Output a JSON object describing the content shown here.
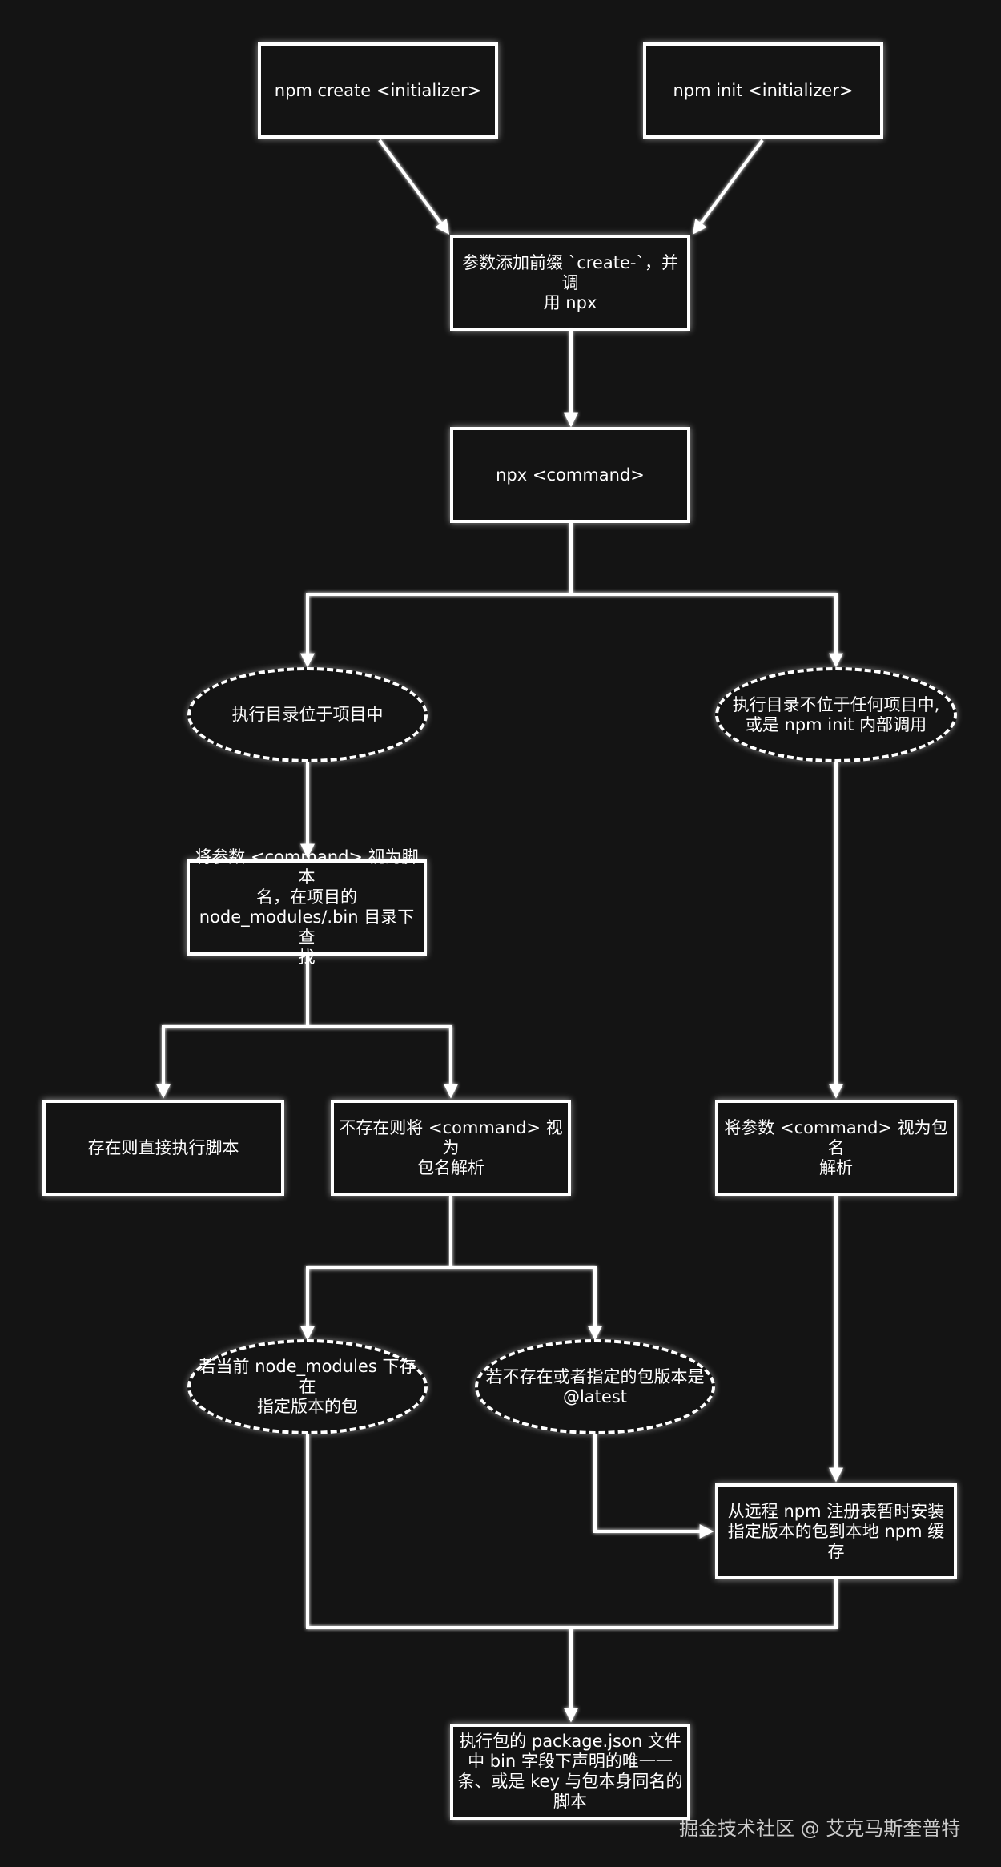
{
  "colors": {
    "background": "#141414",
    "stroke": "#ffffff"
  },
  "nodes": {
    "npm_create": "npm create <initializer>",
    "npm_init": "npm init <initializer>",
    "add_prefix": "参数添加前缀 `create-`，并调\n用 npx",
    "npx_command": "npx <command>",
    "in_project": "执行目录位于项目中",
    "not_in_project": "执行目录不位于任何项目中,\n或是 npm init 内部调用",
    "as_script": "将参数 <command> 视为脚本\n名，在项目的\nnode_modules/.bin 目录下查\n找",
    "exists_run": "存在则直接执行脚本",
    "not_exist_parse": "不存在则将 <command> 视为\n包名解析",
    "as_package": "将参数 <command> 视为包名\n解析",
    "local_exists": "若当前 node_modules 下存在\n指定版本的包",
    "not_exist_latest": "若不存在或者指定的包版本是\n@latest",
    "install_remote": "从远程 npm 注册表暂时安装\n指定版本的包到本地 npm 缓\n存",
    "execute_bin": "执行包的 package.json 文件\n中 bin 字段下声明的唯一一\n条、或是 key 与包本身同名的\n脚本"
  },
  "watermark": "掘金技术社区 @ 艾克马斯奎普特"
}
